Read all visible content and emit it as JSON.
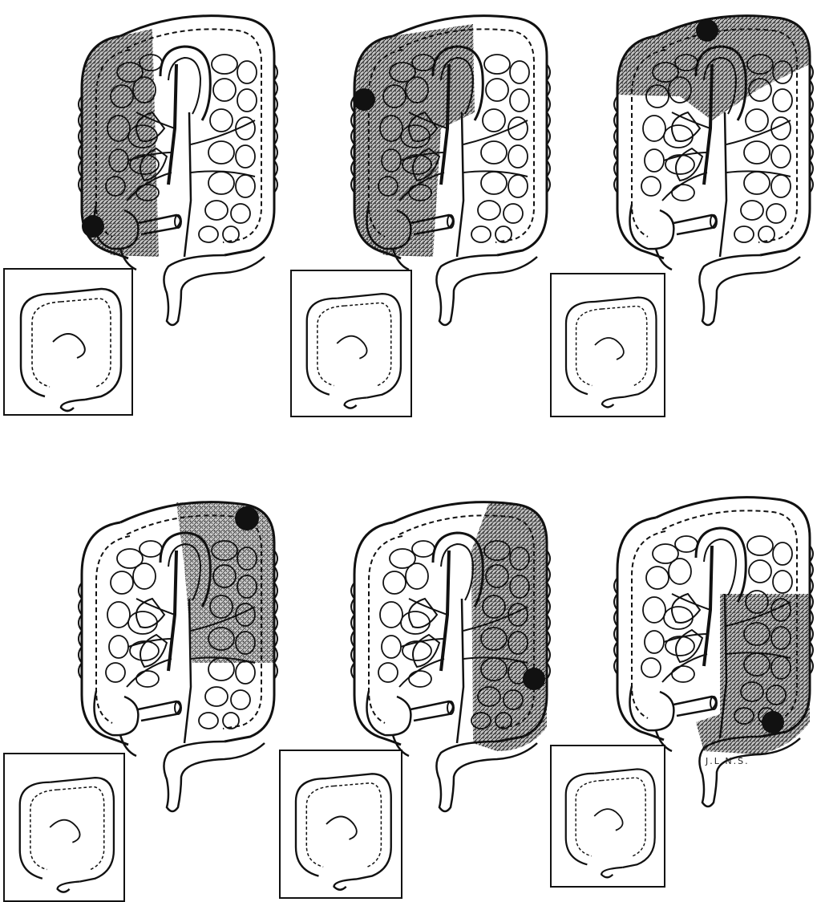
{
  "figure": {
    "panels": [
      {
        "id": "p1",
        "resected_region": "right-colon",
        "tumor_site": "cecum"
      },
      {
        "id": "p2",
        "resected_region": "right-colon-extended",
        "tumor_site": "hepatic-flexure"
      },
      {
        "id": "p3",
        "resected_region": "transverse-colon",
        "tumor_site": "transverse-colon"
      },
      {
        "id": "p4",
        "resected_region": "left-upper-colon",
        "tumor_site": "splenic-flexure"
      },
      {
        "id": "p5",
        "resected_region": "left-colon",
        "tumor_site": "descending-colon"
      },
      {
        "id": "p6",
        "resected_region": "sigmoid-colon",
        "tumor_site": "sigmoid-colon"
      }
    ],
    "signature": "J.L.N.S."
  },
  "colors": {
    "ink": "#111111",
    "shade": "#6a6a6a",
    "paper": "#ffffff"
  }
}
